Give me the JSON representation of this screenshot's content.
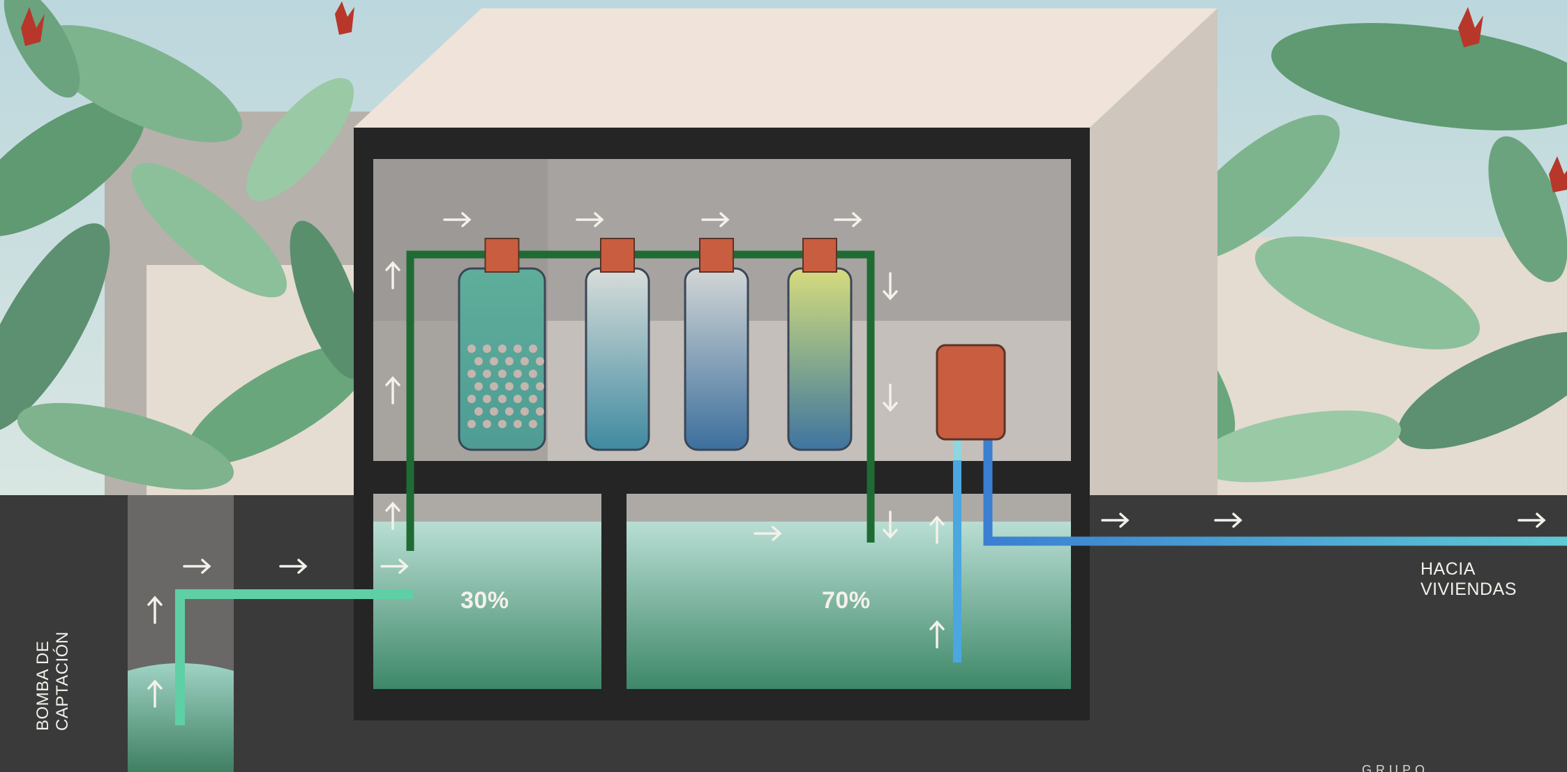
{
  "labels": {
    "tank_left_percent": "30%",
    "tank_right_percent": "70%",
    "outlet": "HACIA VIVIENDAS",
    "pump_line1": "BOMBA DE",
    "pump_line2": "CAPTACIÓN",
    "footer": "GRUPO"
  },
  "filters": [
    {
      "name": "filter-1",
      "top_color": "#5fae9a",
      "bottom_color": "#4e9c94",
      "media": "pebbles"
    },
    {
      "name": "filter-2",
      "top_color": "#d9ddda",
      "bottom_color": "#3f8aa0"
    },
    {
      "name": "filter-3",
      "top_color": "#d3d6d6",
      "bottom_color": "#3c6f9c"
    },
    {
      "name": "filter-4",
      "top_color": "#d7db7e",
      "bottom_color": "#3e74a0"
    }
  ],
  "colors": {
    "frame": "#252526",
    "ground": "#3a3a3b",
    "green_pipe": "#1f6b34",
    "intake_pipe": "#5fcfa6",
    "supply_pipe": "#3b8fd6",
    "cap": "#c95d3f",
    "roof": "#efe3da",
    "foliage": "#6ea77f",
    "water_top": "#a9d8cc",
    "water_bottom": "#3f8a6a"
  },
  "icons": [
    "arrow-right-icon",
    "arrow-up-icon",
    "arrow-down-icon",
    "leaf-icon",
    "flower-icon"
  ]
}
